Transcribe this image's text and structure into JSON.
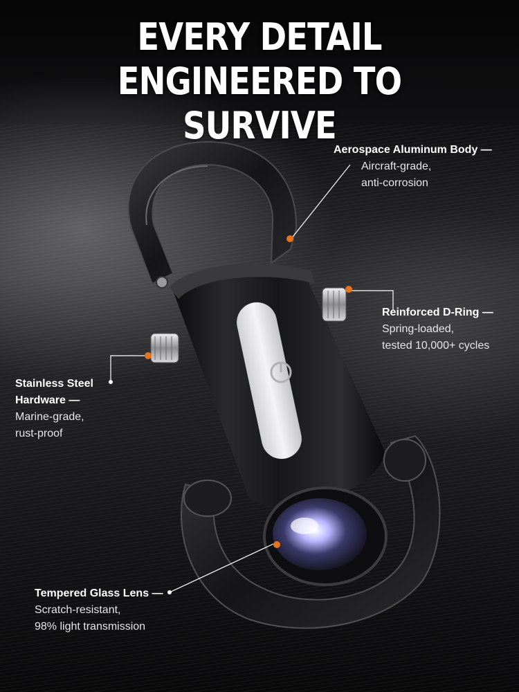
{
  "headline": {
    "line1": "EVERY DETAIL",
    "line2": "ENGINEERED TO SURVIVE"
  },
  "callouts": {
    "aluminum": {
      "title": "Aerospace Aluminum Body —",
      "line1": "Aircraft-grade,",
      "line2": "anti-corrosion"
    },
    "dring": {
      "title": "Reinforced D-Ring —",
      "line1": "Spring-loaded,",
      "line2": "tested 10,000+ cycles"
    },
    "steel": {
      "title_line1": "Stainless Steel",
      "title_line2": "Hardware —",
      "line1": "Marine-grade,",
      "line2": "rust-proof"
    },
    "lens": {
      "title": "Tempered Glass Lens —",
      "line1": "Scratch-resistant,",
      "line2": "98% light transmission"
    }
  },
  "colors": {
    "accent_dot": "#e4731f",
    "leader_line": "#ffffff",
    "text": "#ffffff"
  },
  "icons": [
    "power-icon"
  ]
}
